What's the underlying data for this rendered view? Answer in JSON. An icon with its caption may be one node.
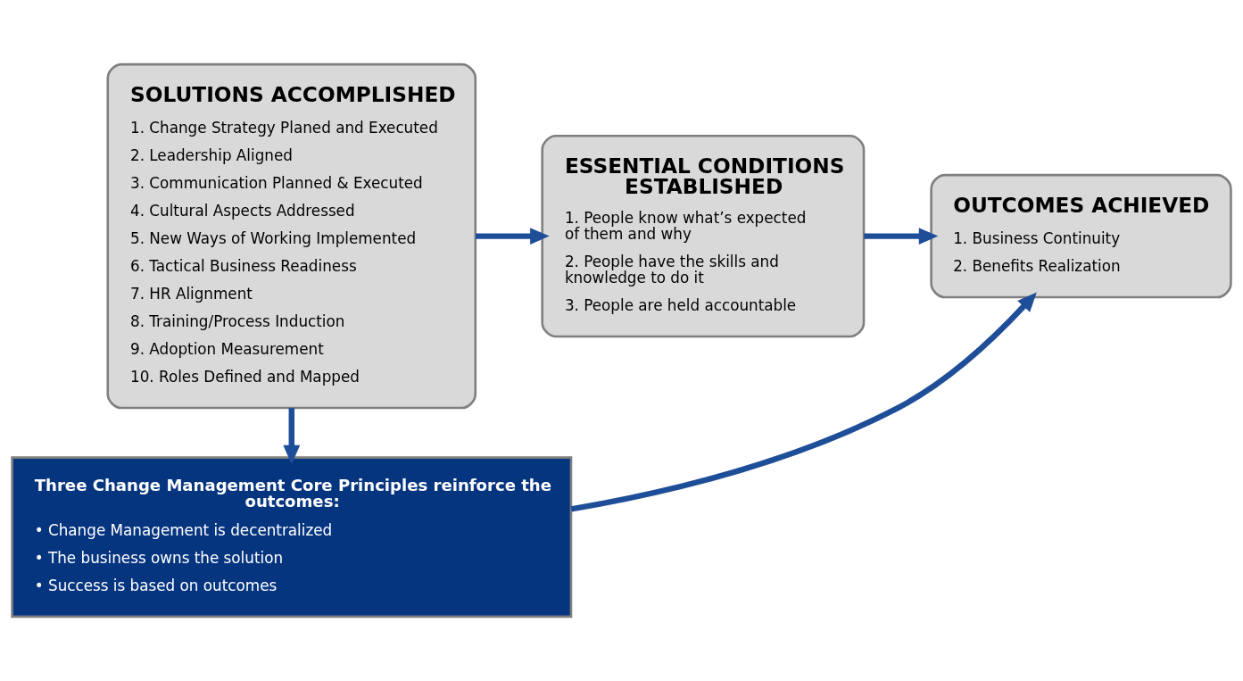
{
  "diagram": {
    "nodes": [
      {
        "text": [
          "SOLUTIONS ACCOMPLISHED",
          "1. Change Strategy Planed and Executed",
          "2. Leadership Aligned",
          "3. Communication Planned & Executed",
          "4. Cultural Aspects Addressed",
          "5. New Ways of Working Implemented",
          "6. Tactical Business Readiness",
          "7. HR Alignment",
          "8. Training/Process Induction",
          "9. Adoption Measurement",
          "10. Roles Defined and Mapped"
        ]
      },
      {
        "text": [
          "ESSENTIAL CONDITIONS ESTABLISHED",
          "1. People know what’s expected of them and why",
          "2. People have the skills and knowledge to do it",
          "3. People are held accountable"
        ]
      },
      {
        "text": [
          "OUTCOMES ACHIEVED",
          "1. Business Continuity",
          "2. Benefits Realization"
        ]
      },
      {
        "text": [
          "Three Change Management Core Principles reinforce the outcomes:",
          "• Change Management is decentralized",
          "• The business owns the solution",
          "• Success is based on outcomes"
        ]
      }
    ],
    "edges": [
      {
        "from": 0,
        "to": 1,
        "arrow": "to"
      },
      {
        "from": 1,
        "to": 2,
        "arrow": "to"
      },
      {
        "from": 0,
        "to": 3,
        "arrow": "to"
      },
      {
        "from": 3,
        "to": 2,
        "arrow": "to"
      }
    ]
  }
}
